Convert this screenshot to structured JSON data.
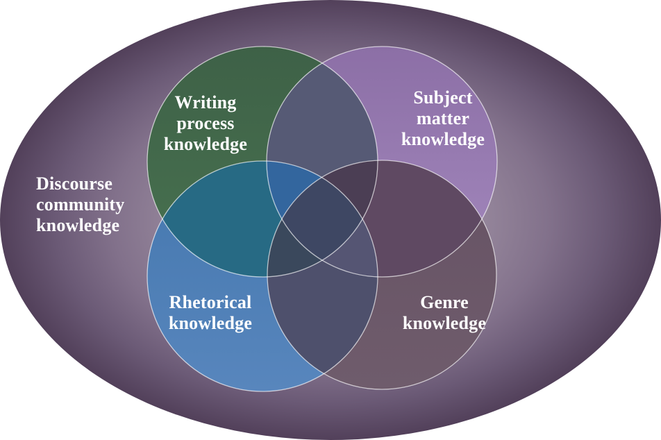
{
  "diagram": {
    "type": "venn",
    "outer_set": "Discourse community knowledge",
    "inner_sets": [
      "Writing process knowledge",
      "Subject matter knowledge",
      "Rhetorical knowledge",
      "Genre knowledge"
    ]
  },
  "labels": {
    "discourse": {
      "lines": [
        "Discourse",
        "community",
        "knowledge"
      ]
    },
    "writing": {
      "lines": [
        "Writing",
        "process",
        "knowledge"
      ]
    },
    "subject": {
      "lines": [
        "Subject",
        "matter",
        "knowledge"
      ]
    },
    "rhetorical": {
      "lines": [
        "Rhetorical",
        "knowledge"
      ]
    },
    "genre": {
      "lines": [
        "Genre",
        "knowledge"
      ]
    }
  },
  "palette": {
    "page_bg": "#ffffff",
    "text": "#ffffff",
    "ellipse_stop_0": "#9a8c9f",
    "ellipse_stop_1": "#95869b",
    "ellipse_stop_2": "#82718b",
    "ellipse_stop_3": "#6b5a76",
    "ellipse_stop_4": "#52405a",
    "green_top": "#3e6147",
    "green_bottom": "#487250",
    "purple_top": "#8c6fa6",
    "purple_bottom": "#a388bd",
    "blue_top": "#4477ae",
    "blue_bottom": "#5886bd",
    "genre_top": "#665264",
    "genre_bottom": "#6f5c6c",
    "overlap_green_purple": "#565a75",
    "overlap_green_blue": "#276a84",
    "overlap_purple_genre": "#5f4962",
    "overlap_blue_genre": "#4e506c",
    "overlap_green_blue_purple": "#33669e",
    "overlap_green_purple_genre": "#4b3e54",
    "overlap_green_blue_genre": "#3a485c",
    "overlap_blue_purple_genre": "#555573",
    "overlap_center": "#3e4763",
    "circle_stroke": "rgba(255,255,255,0.65)"
  }
}
